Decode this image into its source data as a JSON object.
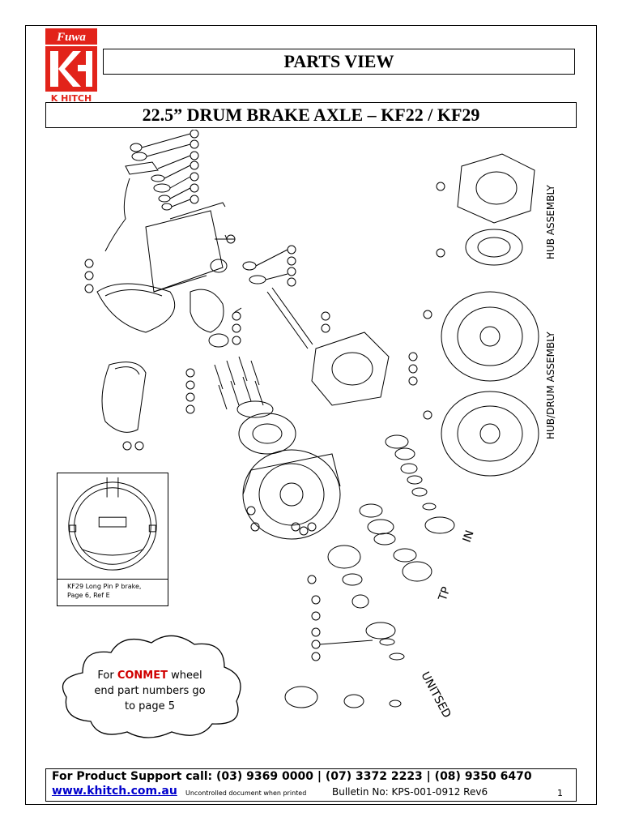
{
  "header": {
    "logo_brand": "Fuwa",
    "logo_mark": "KH",
    "logo_name": "K HITCH",
    "title": "PARTS VIEW",
    "subtitle": "22.5” DRUM BRAKE AXLE – KF22 / KF29"
  },
  "diagram": {
    "labels": {
      "hub_assembly": "HUB ASSEMBLY",
      "hub_drum_assembly": "HUB/DRUM ASSEMBLY",
      "unitsed": "UNITSED",
      "tp": "TP",
      "in": "IN"
    },
    "inset_caption_line1": "KF29 Long Pin P brake,",
    "inset_caption_line2": "Page 6, Ref E"
  },
  "cloud": {
    "prefix": "For ",
    "brand": "CONMET",
    "line1_suffix": " wheel",
    "line2": "end part numbers go",
    "line3": "to page 5"
  },
  "footer": {
    "support": "For Product Support call: (03) 9369 0000 | (07) 3372 2223 | (08) 9350 6470",
    "website": "www.khitch.com.au",
    "note": "Uncontrolled document when printed",
    "bulletin": "Bulletin No: KPS-001-0912 Rev6",
    "page": "1"
  },
  "colors": {
    "brand_red": "#e2231a",
    "link_blue": "#0000cc"
  }
}
